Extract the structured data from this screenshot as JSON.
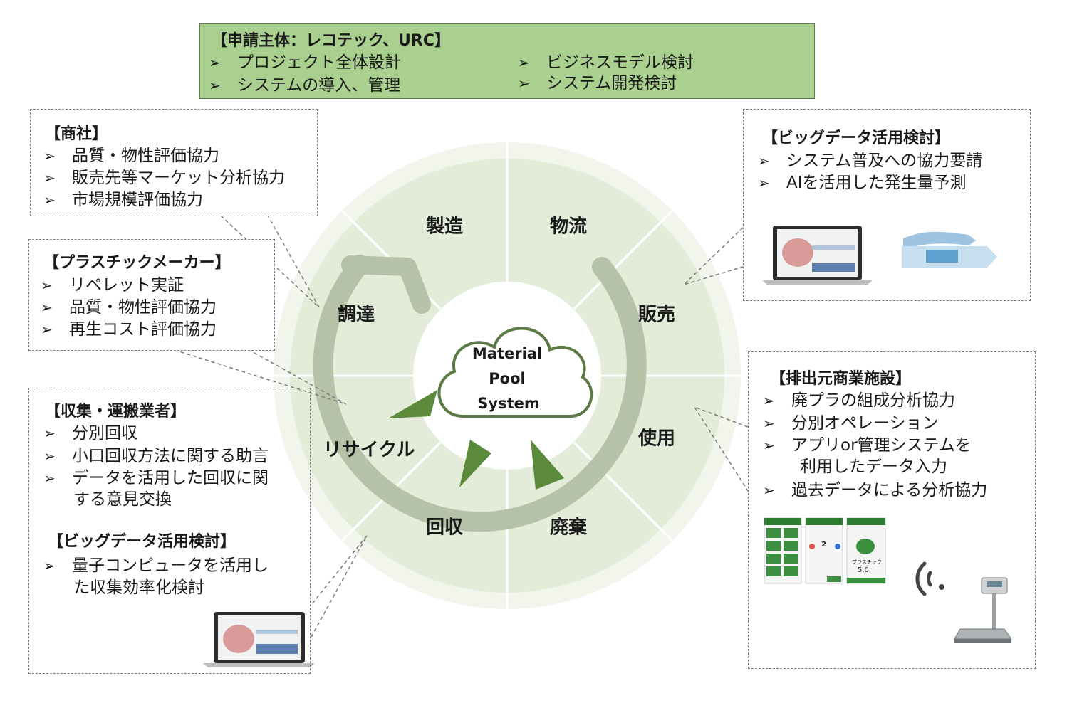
{
  "applicant": {
    "title": "【申請主体：レコテック、URC】",
    "items": [
      "プロジェクト全体設計",
      "ビジネスモデル検討",
      "システムの導入、管理",
      "システム開発検討"
    ]
  },
  "trading_company": {
    "title": "【商社】",
    "items": [
      "品質・物性評価協力",
      "販売先等マーケット分析協力",
      "市場規模評価協力"
    ]
  },
  "plastic_maker": {
    "title": "【プラスチックメーカー】",
    "items": [
      "リペレット実証",
      "品質・物性評価協力",
      "再生コスト評価協力"
    ]
  },
  "collector": {
    "title": "【収集・運搬業者】",
    "items": [
      "分別回収",
      "小口回収方法に関する助言",
      "データを活用した回収に関"
    ],
    "item3_cont": "する意見交換",
    "bigdata_title": "【ビッグデータ活用検討】",
    "bigdata_item": "量子コンピュータを活用し",
    "bigdata_item_cont": "た収集効率化検討"
  },
  "bigdata_right": {
    "title": "【ビッグデータ活用検討】",
    "items": [
      "システム普及への協力要請",
      "AIを活用した発生量予測"
    ]
  },
  "emitter": {
    "title": "【排出元商業施設】",
    "items": [
      "廃プラの組成分析協力",
      "分別オペレーション",
      "アプリor管理システムを"
    ],
    "item3_cont": "利用したデータ入力",
    "item4": "過去データによる分析協力"
  },
  "cycle": {
    "segments": [
      "製造",
      "物流",
      "販売",
      "使用",
      "廃棄",
      "回収",
      "リサイクル",
      "調達"
    ],
    "center_line1": "Material",
    "center_line2": "Pool",
    "center_line3": "System"
  },
  "app_screen": {
    "product_label": "プラスチック",
    "value": "5.0",
    "count": "2"
  },
  "colors": {
    "ring_light": "#eef3e7",
    "ring_mid": "#dfe9d3",
    "arrow_gray": "#b5c2a8",
    "triangle": "#5b8a3a",
    "applicant_bg": "#a9d08e"
  }
}
